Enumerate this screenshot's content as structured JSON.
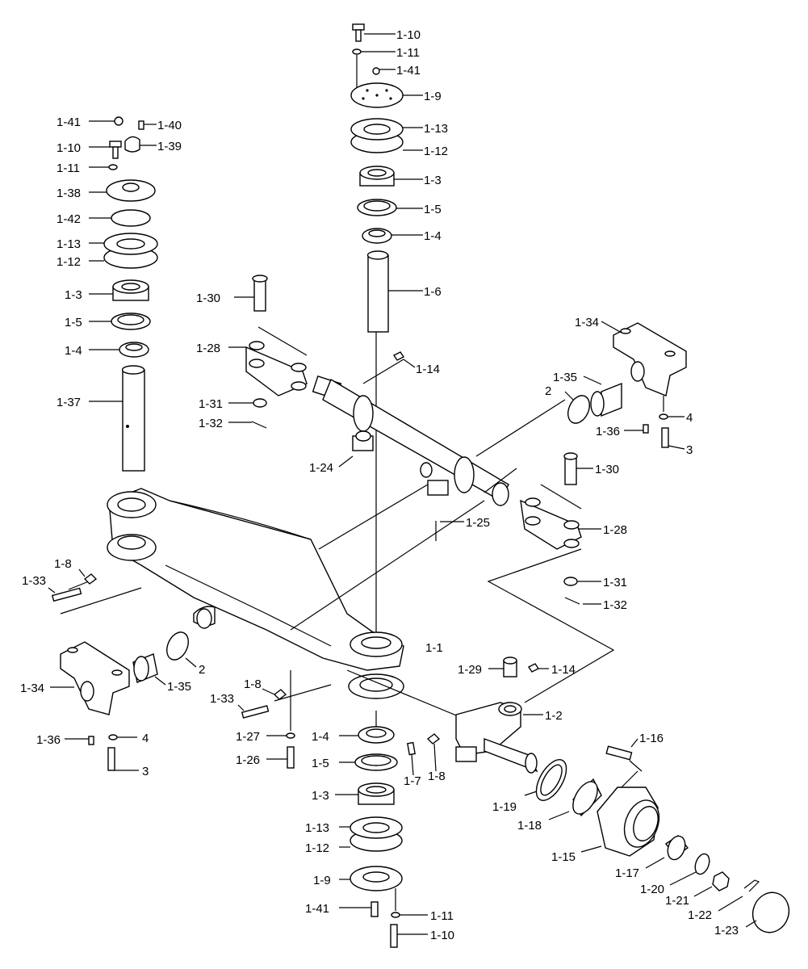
{
  "labels": [
    {
      "id": "a",
      "text": "1-10"
    },
    {
      "id": "b",
      "text": "1-11"
    },
    {
      "id": "c",
      "text": "1-41"
    },
    {
      "id": "d",
      "text": "1-9"
    },
    {
      "id": "e",
      "text": "1-13"
    },
    {
      "id": "f",
      "text": "1-12"
    },
    {
      "id": "g",
      "text": "1-3"
    },
    {
      "id": "h",
      "text": "1-5"
    },
    {
      "id": "i",
      "text": "1-4"
    },
    {
      "id": "j",
      "text": "1-6"
    },
    {
      "id": "k",
      "text": "1-14"
    },
    {
      "id": "l1",
      "text": "1-41"
    },
    {
      "id": "l2",
      "text": "1-40"
    },
    {
      "id": "l3",
      "text": "1-10"
    },
    {
      "id": "l4",
      "text": "1-39"
    },
    {
      "id": "l5",
      "text": "1-11"
    },
    {
      "id": "l6",
      "text": "1-38"
    },
    {
      "id": "l7",
      "text": "1-42"
    },
    {
      "id": "l8",
      "text": "1-13"
    },
    {
      "id": "l9",
      "text": "1-12"
    },
    {
      "id": "l10",
      "text": "1-3"
    },
    {
      "id": "l11",
      "text": "1-5"
    },
    {
      "id": "l12",
      "text": "1-4"
    },
    {
      "id": "l13",
      "text": "1-37"
    },
    {
      "id": "m1",
      "text": "1-30"
    },
    {
      "id": "m2",
      "text": "1-28"
    },
    {
      "id": "m3",
      "text": "1-31"
    },
    {
      "id": "m4",
      "text": "1-32"
    },
    {
      "id": "m5",
      "text": "1-24"
    },
    {
      "id": "m6",
      "text": "1-25"
    },
    {
      "id": "r1",
      "text": "1-34"
    },
    {
      "id": "r2",
      "text": "1-35"
    },
    {
      "id": "r3",
      "text": "2"
    },
    {
      "id": "r4",
      "text": "4"
    },
    {
      "id": "r5",
      "text": "1-36"
    },
    {
      "id": "r6",
      "text": "3"
    },
    {
      "id": "r7",
      "text": "1-30"
    },
    {
      "id": "r8",
      "text": "1-28"
    },
    {
      "id": "r9",
      "text": "1-31"
    },
    {
      "id": "r10",
      "text": "1-32"
    },
    {
      "id": "n1",
      "text": "1-33"
    },
    {
      "id": "n2",
      "text": "1-8"
    },
    {
      "id": "n3",
      "text": "1-1"
    },
    {
      "id": "n4",
      "text": "2"
    },
    {
      "id": "n5",
      "text": "1-35"
    },
    {
      "id": "n6",
      "text": "1-34"
    },
    {
      "id": "n7",
      "text": "1-36"
    },
    {
      "id": "n8",
      "text": "4"
    },
    {
      "id": "n9",
      "text": "3"
    },
    {
      "id": "p1",
      "text": "1-8"
    },
    {
      "id": "p2",
      "text": "1-33"
    },
    {
      "id": "p3",
      "text": "1-27"
    },
    {
      "id": "p4",
      "text": "1-26"
    },
    {
      "id": "p5",
      "text": "1-4"
    },
    {
      "id": "p6",
      "text": "1-5"
    },
    {
      "id": "p7",
      "text": "1-7"
    },
    {
      "id": "p8",
      "text": "1-8"
    },
    {
      "id": "p9",
      "text": "1-3"
    },
    {
      "id": "p10",
      "text": "1-13"
    },
    {
      "id": "p11",
      "text": "1-12"
    },
    {
      "id": "p12",
      "text": "1-9"
    },
    {
      "id": "p13",
      "text": "1-41"
    },
    {
      "id": "p14",
      "text": "1-11"
    },
    {
      "id": "p15",
      "text": "1-10"
    },
    {
      "id": "q1",
      "text": "1-29"
    },
    {
      "id": "q2",
      "text": "1-14"
    },
    {
      "id": "q3",
      "text": "1-2"
    },
    {
      "id": "q4",
      "text": "1-16"
    },
    {
      "id": "q5",
      "text": "1-19"
    },
    {
      "id": "q6",
      "text": "1-18"
    },
    {
      "id": "q7",
      "text": "1-15"
    },
    {
      "id": "q8",
      "text": "1-17"
    },
    {
      "id": "q9",
      "text": "1-20"
    },
    {
      "id": "q10",
      "text": "1-21"
    },
    {
      "id": "q11",
      "text": "1-22"
    },
    {
      "id": "q12",
      "text": "1-23"
    }
  ]
}
